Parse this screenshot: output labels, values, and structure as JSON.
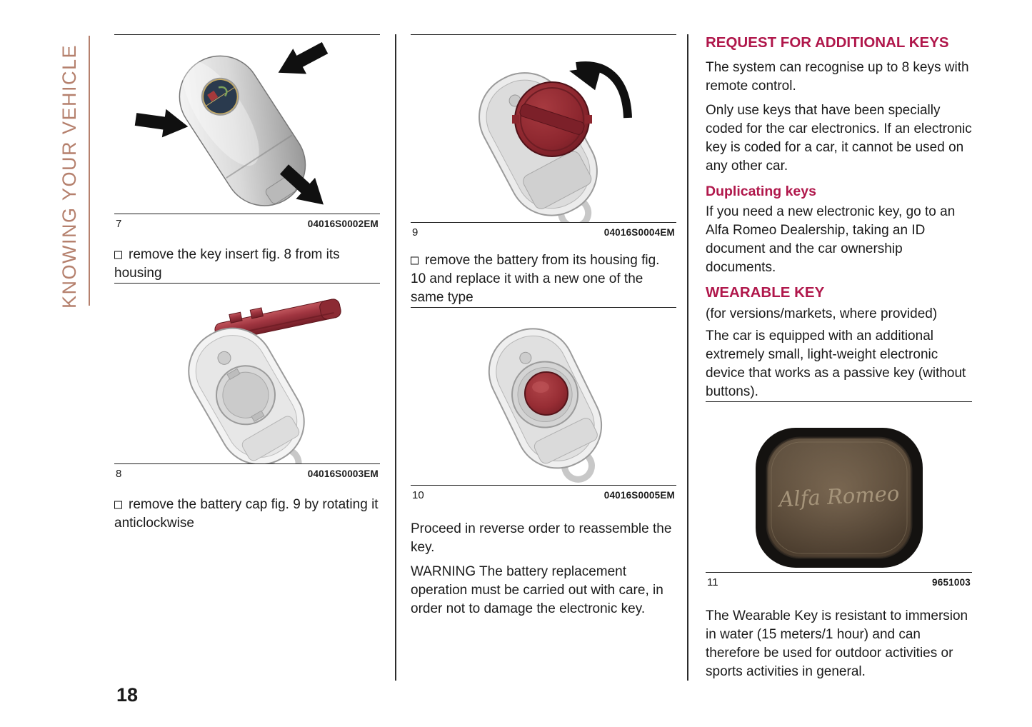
{
  "colors": {
    "accent": "#b0174b",
    "sidebar": "#b5806d",
    "figure-red": "#8f2730",
    "text": "#1a1a1a"
  },
  "sidebar": {
    "label": "KNOWING YOUR VEHICLE"
  },
  "page": {
    "number": "18"
  },
  "col1": {
    "fig7": {
      "number": "7",
      "code": "04016S0002EM"
    },
    "item1": "remove the key insert fig. 8 from its housing",
    "fig8": {
      "number": "8",
      "code": "04016S0003EM"
    },
    "item2": "remove the battery cap fig. 9 by rotating it anticlockwise"
  },
  "col2": {
    "fig9": {
      "number": "9",
      "code": "04016S0004EM"
    },
    "item1": "remove the battery from its housing fig. 10 and replace it with a new one of the same type",
    "fig10": {
      "number": "10",
      "code": "04016S0005EM"
    },
    "para1": "Proceed in reverse order to reassemble the key.",
    "para2": "WARNING The battery replacement operation must be carried out with care, in order not to damage the electronic key."
  },
  "col3": {
    "heading1": "REQUEST FOR ADDITIONAL KEYS",
    "para1": "The system can recognise up to 8 keys with remote control.",
    "para2": "Only use keys that have been specially coded for the car electronics. If an electronic key is coded for a car, it cannot be used on any other car.",
    "subheading1": "Duplicating keys",
    "para3": "If you need a new electronic key, go to an Alfa Romeo Dealership, taking an ID document and the car ownership documents.",
    "heading2": "WEARABLE KEY",
    "para4": "(for versions/markets, where provided)",
    "para5": "The car is equipped with an additional extremely small, light-weight electronic device that works as a passive key (without buttons).",
    "fig11": {
      "number": "11",
      "code": "9651003",
      "device_label": "Alfa Romeo"
    },
    "para6": "The Wearable Key is resistant to immersion in water (15 meters/1 hour) and can therefore be used for outdoor activities or sports activities in general."
  }
}
